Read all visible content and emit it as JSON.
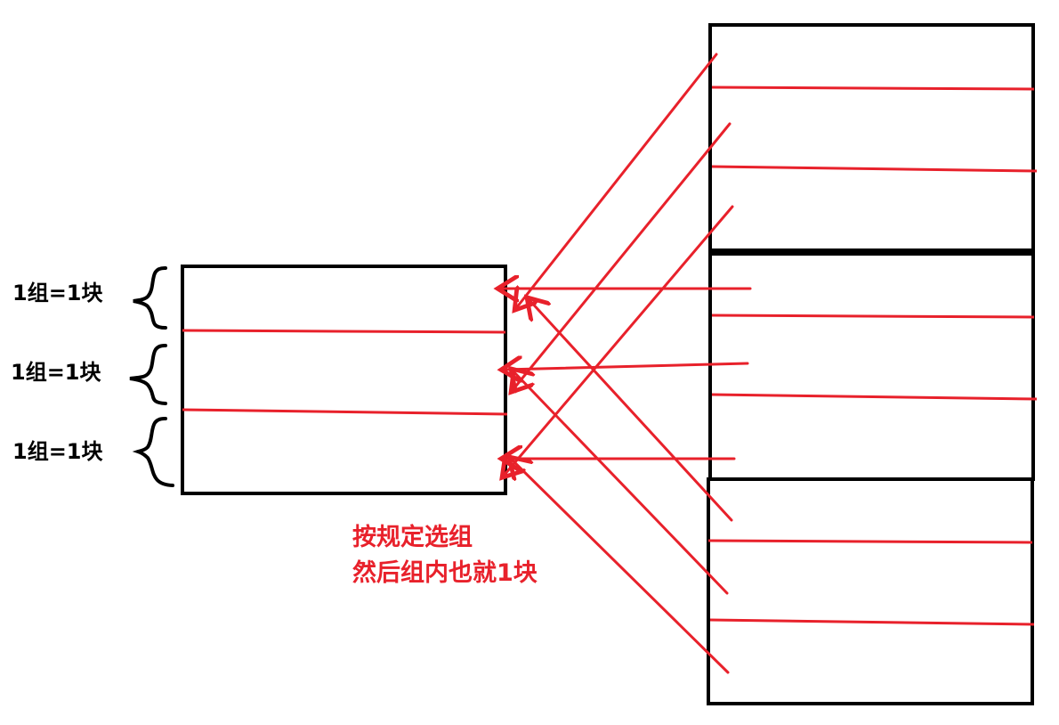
{
  "colors": {
    "outline": "#000000",
    "accent": "#e8212b"
  },
  "cache": {
    "group_labels": [
      "1组=1块",
      "1组=1块",
      "1组=1块"
    ]
  },
  "note": {
    "line1": "按规定选组",
    "line2": "然后组内也就1块"
  }
}
